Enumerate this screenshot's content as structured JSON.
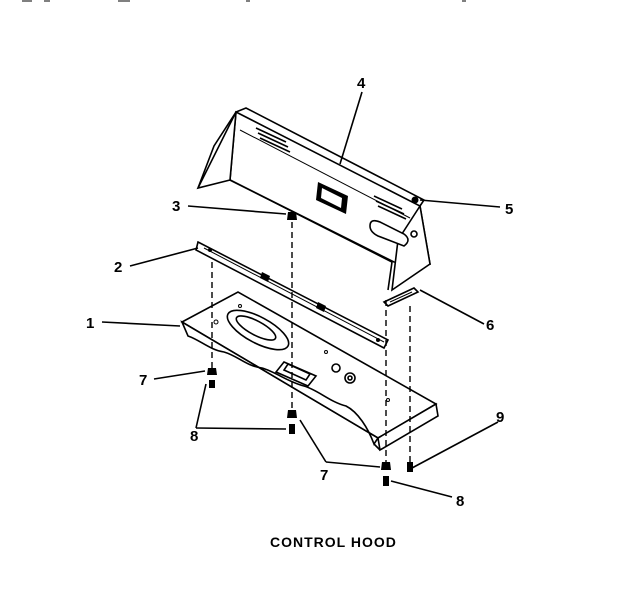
{
  "title": "CONTROL HOOD",
  "callouts": {
    "c1": "1",
    "c2": "2",
    "c3": "3",
    "c4": "4",
    "c5": "5",
    "c6": "6",
    "c7a": "7",
    "c7b": "7",
    "c8a": "8",
    "c8b": "8",
    "c9": "9"
  }
}
